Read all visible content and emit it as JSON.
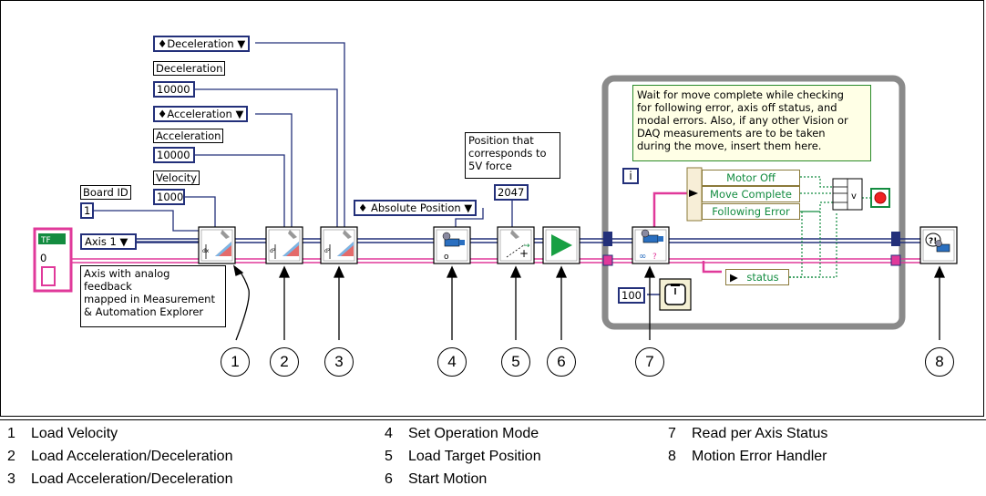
{
  "controls": {
    "deceleration_ring": "Deceleration",
    "deceleration_caption": "Deceleration",
    "deceleration_value": "10000",
    "acceleration_ring": "Acceleration",
    "acceleration_caption": "Acceleration",
    "acceleration_value": "10000",
    "velocity_caption": "Velocity",
    "velocity_value": "1000",
    "board_id_caption": "Board ID",
    "board_id_value": "1",
    "axis_value": "Axis 1",
    "position_mode": "Absolute Position",
    "position_note": [
      "Position that",
      "corresponds to",
      "5V force"
    ],
    "position_value": "2047",
    "error_cluster_value": "0",
    "timeout_value": "100"
  },
  "notes": {
    "axis_note": [
      "Axis with analog",
      "feedback",
      "mapped in Measurement",
      "& Automation Explorer"
    ],
    "loop_comment": [
      "Wait for move complete while checking",
      "for following error, axis off status, and",
      "modal errors. Also, if any other Vision or",
      "DAQ measurements are to be taken",
      "during the move, insert them here."
    ],
    "loop_iteration": "i"
  },
  "indicators": {
    "motor_off": "Motor Off",
    "move_complete": "Move Complete",
    "following_error": "Following Error",
    "status": "status"
  },
  "callouts": [
    "1",
    "2",
    "3",
    "4",
    "5",
    "6",
    "7",
    "8"
  ],
  "legend": [
    {
      "num": "1",
      "label": "Load Velocity"
    },
    {
      "num": "2",
      "label": "Load Acceleration/Deceleration"
    },
    {
      "num": "3",
      "label": "Load Acceleration/Deceleration"
    },
    {
      "num": "4",
      "label": "Set Operation Mode"
    },
    {
      "num": "5",
      "label": "Load Target Position"
    },
    {
      "num": "6",
      "label": "Start Motion"
    },
    {
      "num": "7",
      "label": "Read per Axis Status"
    },
    {
      "num": "8",
      "label": "Motion Error Handler"
    }
  ],
  "colors": {
    "reference_wire": "#23307a",
    "error_wire": "#e0399a",
    "boolean_wire": "#138c40",
    "loop_border": "#8a8a8a"
  }
}
